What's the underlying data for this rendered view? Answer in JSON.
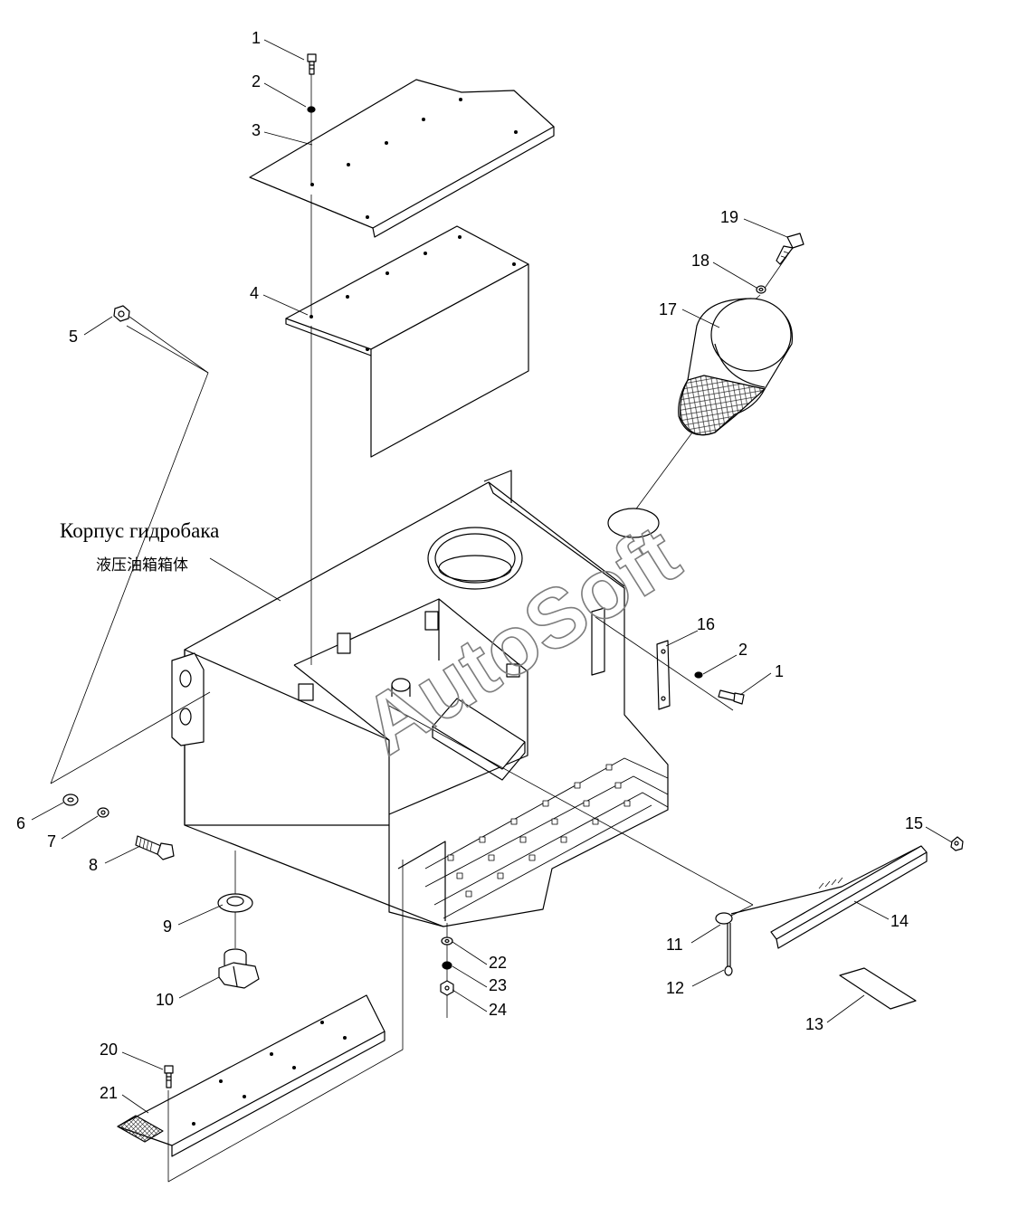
{
  "title": {
    "ru": "Корпус гидробака",
    "cn": "液压油箱箱体"
  },
  "watermark": "AutoSoft",
  "parts": [
    {
      "id": "p1a",
      "text": "1"
    },
    {
      "id": "p2a",
      "text": "2"
    },
    {
      "id": "p3",
      "text": "3"
    },
    {
      "id": "p4",
      "text": "4"
    },
    {
      "id": "p5",
      "text": "5"
    },
    {
      "id": "p6",
      "text": "6"
    },
    {
      "id": "p7",
      "text": "7"
    },
    {
      "id": "p8",
      "text": "8"
    },
    {
      "id": "p9",
      "text": "9"
    },
    {
      "id": "p10",
      "text": "10"
    },
    {
      "id": "p11",
      "text": "11"
    },
    {
      "id": "p12",
      "text": "12"
    },
    {
      "id": "p13",
      "text": "13"
    },
    {
      "id": "p14",
      "text": "14"
    },
    {
      "id": "p15",
      "text": "15"
    },
    {
      "id": "p16",
      "text": "16"
    },
    {
      "id": "p2b",
      "text": "2"
    },
    {
      "id": "p1b",
      "text": "1"
    },
    {
      "id": "p17",
      "text": "17"
    },
    {
      "id": "p18",
      "text": "18"
    },
    {
      "id": "p19",
      "text": "19"
    },
    {
      "id": "p20",
      "text": "20"
    },
    {
      "id": "p21",
      "text": "21"
    },
    {
      "id": "p22",
      "text": "22"
    },
    {
      "id": "p23",
      "text": "23"
    },
    {
      "id": "p24",
      "text": "24"
    }
  ]
}
